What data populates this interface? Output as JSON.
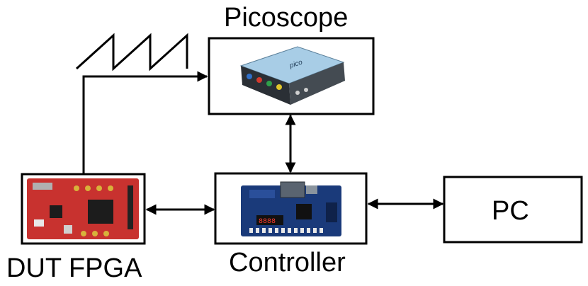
{
  "labels": {
    "picoscope": "Picoscope",
    "controller": "Controller",
    "dut": "DUT FPGA",
    "pc": "PC"
  },
  "icons": {
    "picoscope": "oscilloscope-device-icon",
    "controller": "fpga-dev-board-icon",
    "dut": "fpga-dev-board-icon",
    "signal": "sawtooth-waveform-icon"
  },
  "colors": {
    "line": "#000000",
    "dut_board": "#c8322f",
    "controller_board": "#1a3a7a",
    "scope_body": "#9fc3dc"
  }
}
